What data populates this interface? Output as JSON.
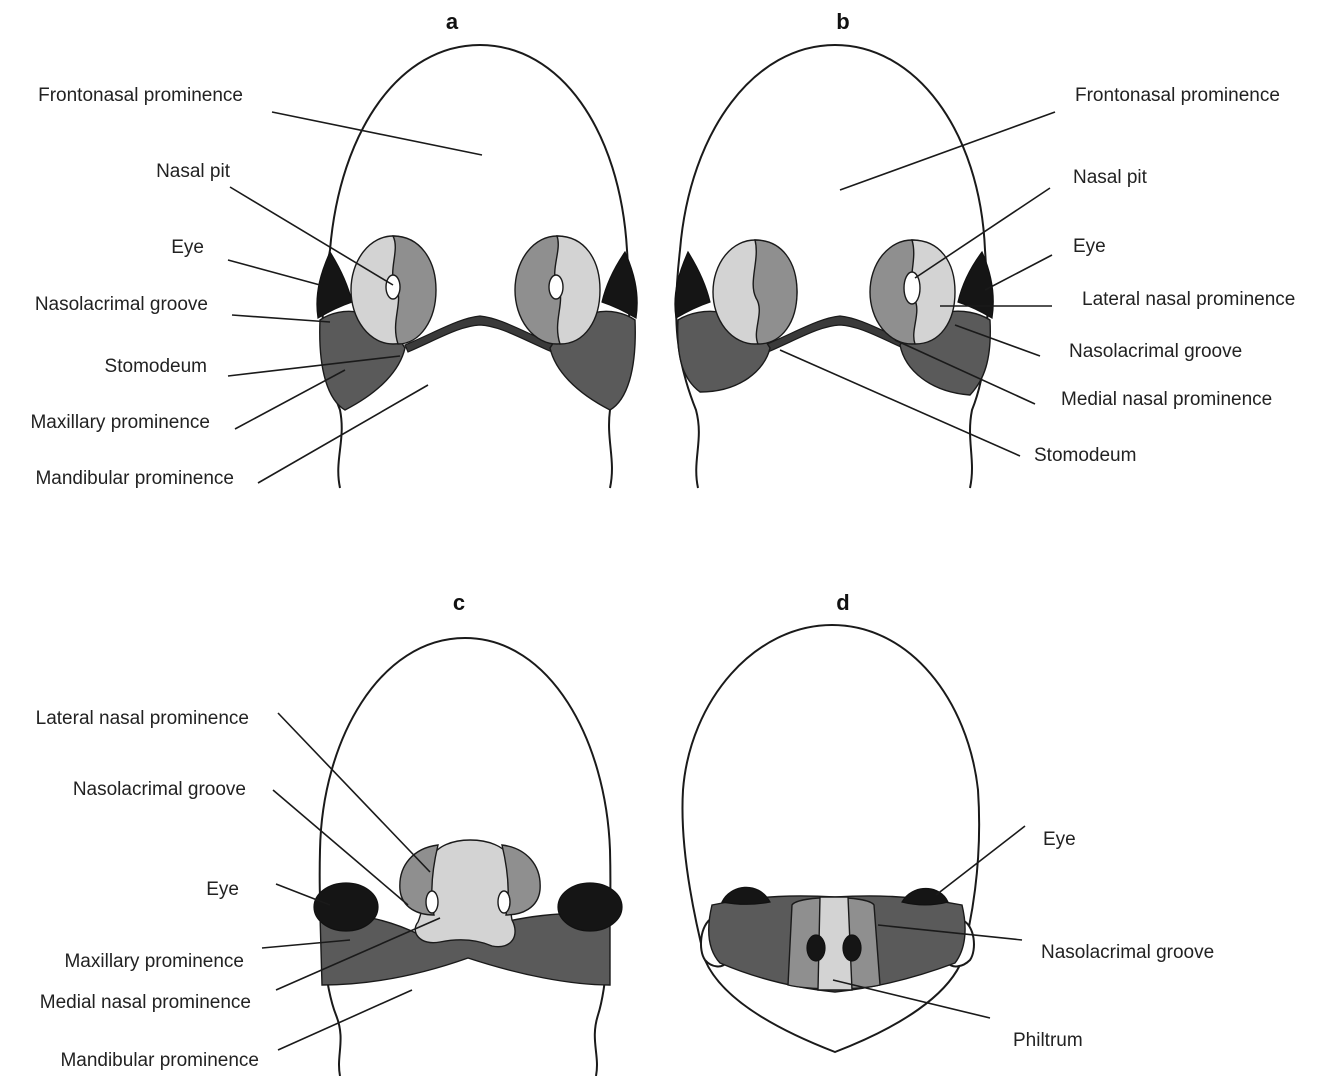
{
  "panels": {
    "a": {
      "letter": "a",
      "labels": {
        "frontonasal": "Frontonasal prominence",
        "nasal_pit": "Nasal pit",
        "eye": "Eye",
        "nasolacrimal": "Nasolacrimal groove",
        "stomodeum": "Stomodeum",
        "maxillary": "Maxillary prominence",
        "mandibular": "Mandibular prominence"
      }
    },
    "b": {
      "letter": "b",
      "labels": {
        "frontonasal": "Frontonasal prominence",
        "nasal_pit": "Nasal pit",
        "eye": "Eye",
        "lateral_nasal": "Lateral nasal prominence",
        "nasolacrimal": "Nasolacrimal groove",
        "medial_nasal": "Medial nasal prominence",
        "stomodeum": "Stomodeum"
      }
    },
    "c": {
      "letter": "c",
      "labels": {
        "lateral_nasal": "Lateral nasal prominence",
        "nasolacrimal": "Nasolacrimal groove",
        "eye": "Eye",
        "maxillary": "Maxillary prominence",
        "medial_nasal": "Medial nasal prominence",
        "mandibular": "Mandibular prominence"
      }
    },
    "d": {
      "letter": "d",
      "labels": {
        "eye": "Eye",
        "nasolacrimal": "Nasolacrimal groove",
        "philtrum": "Philtrum"
      }
    }
  },
  "colors": {
    "light_gray": "#d3d3d3",
    "mid_gray": "#8f8f8f",
    "dark_gray": "#5a5a5a",
    "black": "#151515"
  }
}
